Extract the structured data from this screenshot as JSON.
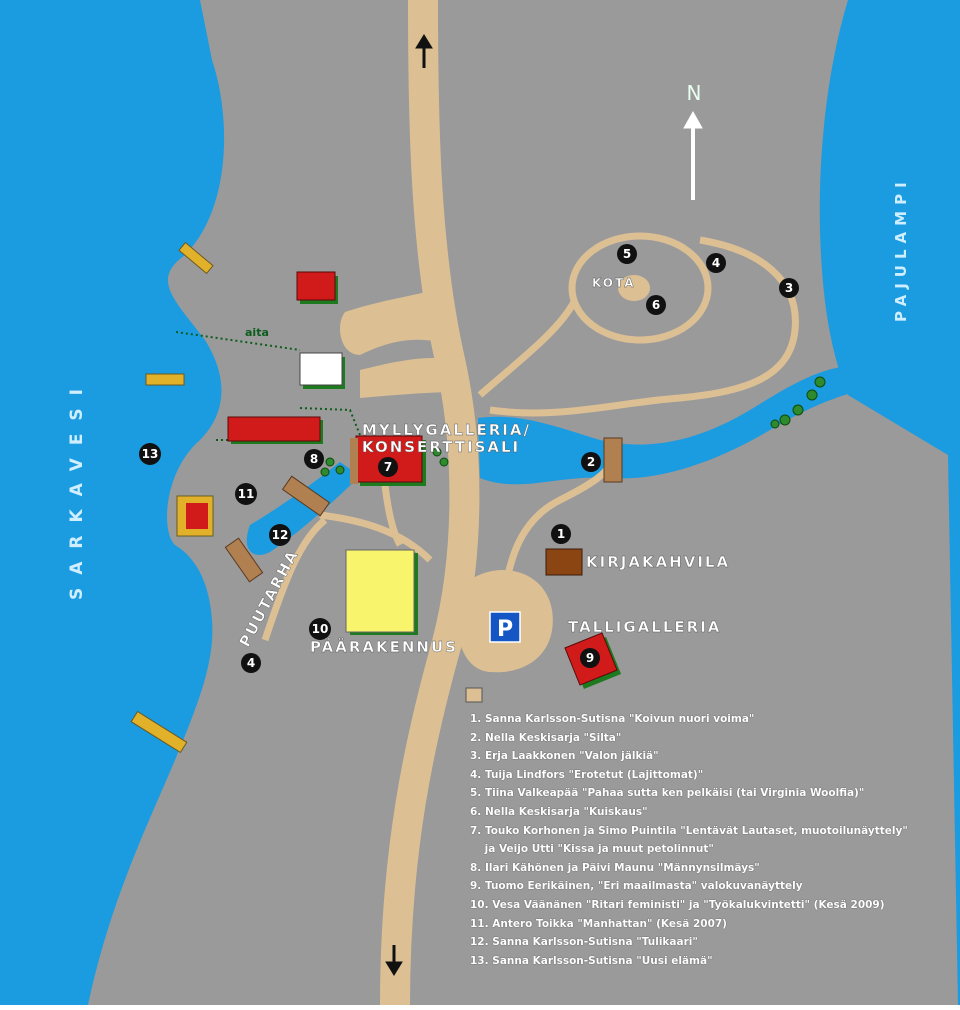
{
  "labels": {
    "sarkavesi": "SARKAVESI",
    "pajulampi": "PAJULAMPI",
    "north": "N",
    "aita": "aita",
    "kota": "KOTA",
    "mylly_line1": "MYLLYGALLERIA/",
    "mylly_line2": "KONSERTTISALI",
    "kirjakahvila": "KIRJAKAHVILA",
    "talligalleria": "TALLIGALLERIA",
    "paarakennus": "PÄÄRAKENNUS",
    "puutarha": "PUUTARHA",
    "parking": "P"
  },
  "markers": {
    "m1": "1",
    "m2": "2",
    "m3": "3",
    "m4a": "4",
    "m4b": "4",
    "m5": "5",
    "m6": "6",
    "m7": "7",
    "m8": "8",
    "m9": "9",
    "m10": "10",
    "m11": "11",
    "m12": "12",
    "m13": "13"
  },
  "legend": [
    "1. Sanna Karlsson-Sutisna \"Koivun nuori voima\"",
    "2. Nella Keskisarja \"Silta\"",
    "3. Erja Laakkonen \"Valon jälkiä\"",
    "4. Tuija Lindfors \"Erotetut (Lajittomat)\"",
    "5. Tiina Valkeapää \"Pahaa sutta ken pelkäisi (tai Virginia Woolfia)\"",
    "6. Nella Keskisarja \"Kuiskaus\"",
    "7. Touko Korhonen ja Simo Puintila \"Lentävät Lautaset, muotoilunäyttely\"",
    "    ja Veijo Utti \"Kissa ja muut petolinnut\"",
    "8. Ilari Kähönen ja Päivi Maunu \"Männynsilmäys\"",
    "9. Tuomo Eerikäinen, \"Eri maailmasta\" valokuvanäyttely",
    "10. Vesa Väänänen \"Ritari feministi\" ja \"Työkalukvintetti\" (Kesä 2009)",
    "11. Antero Toikka \"Manhattan\" (Kesä 2007)",
    "12. Sanna Karlsson-Sutisna \"Tulikaari\"",
    "13. Sanna Karlsson-Sutisna \"Uusi elämä\""
  ],
  "colors": {
    "water": "#1b9be0",
    "land": "#9a9a9a",
    "path": "#dcc094",
    "building_red": "#d11a1a",
    "building_yellow": "#f8f46c",
    "parking_blue": "#1457c4"
  }
}
